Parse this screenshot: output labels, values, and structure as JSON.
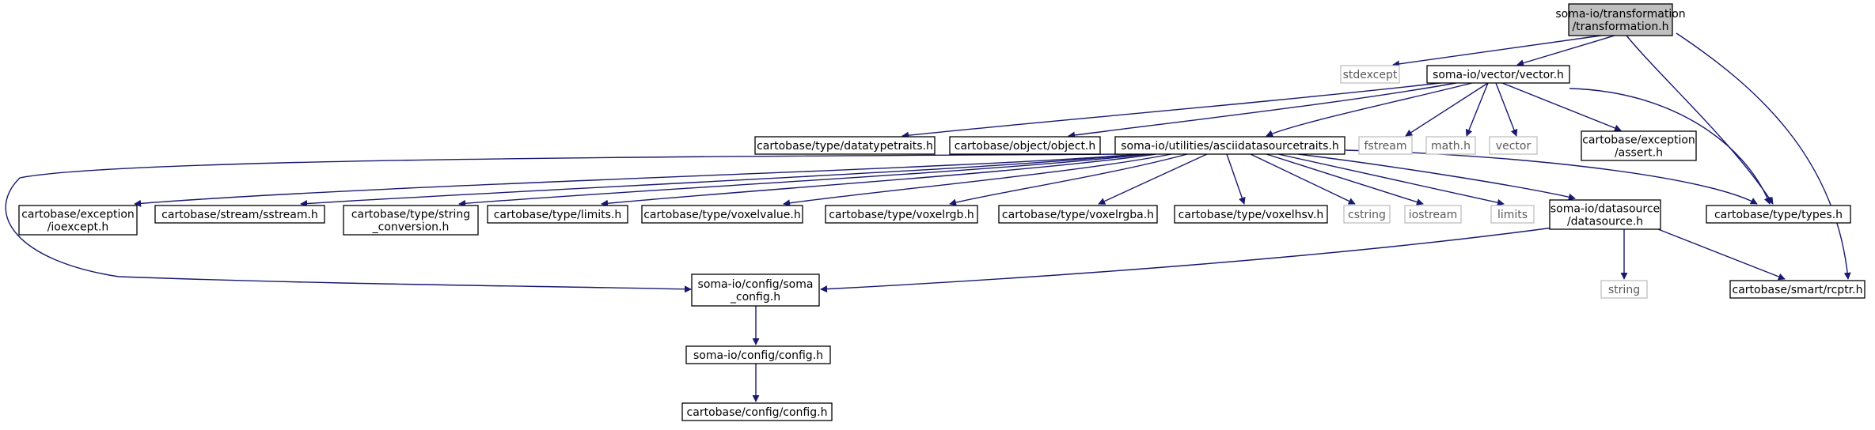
{
  "diagram": {
    "colors": {
      "edge": "#191970",
      "root_fill": "#bfbfbf",
      "node_border": "#000000",
      "system_border": "#bfbfbf",
      "system_text": "#5a5a5a"
    },
    "nodes": [
      {
        "id": "transformation",
        "lines": [
          "soma-io/transformation",
          "/transformation.h"
        ],
        "kind": "root"
      },
      {
        "id": "stdexcept",
        "lines": [
          "stdexcept"
        ],
        "kind": "system"
      },
      {
        "id": "vector_h",
        "lines": [
          "soma-io/vector/vector.h"
        ],
        "kind": "file"
      },
      {
        "id": "datatypetraits",
        "lines": [
          "cartobase/type/datatypetraits.h"
        ],
        "kind": "file"
      },
      {
        "id": "object",
        "lines": [
          "cartobase/object/object.h"
        ],
        "kind": "file"
      },
      {
        "id": "asciitraits",
        "lines": [
          "soma-io/utilities/asciidatasourcetraits.h"
        ],
        "kind": "file"
      },
      {
        "id": "fstream",
        "lines": [
          "fstream"
        ],
        "kind": "system"
      },
      {
        "id": "math",
        "lines": [
          "math.h"
        ],
        "kind": "system"
      },
      {
        "id": "vector",
        "lines": [
          "vector"
        ],
        "kind": "system"
      },
      {
        "id": "assert",
        "lines": [
          "cartobase/exception",
          "/assert.h"
        ],
        "kind": "file"
      },
      {
        "id": "ioexcept",
        "lines": [
          "cartobase/exception",
          "/ioexcept.h"
        ],
        "kind": "file"
      },
      {
        "id": "sstream",
        "lines": [
          "cartobase/stream/sstream.h"
        ],
        "kind": "file"
      },
      {
        "id": "string_conv",
        "lines": [
          "cartobase/type/string",
          "_conversion.h"
        ],
        "kind": "file"
      },
      {
        "id": "limits_h",
        "lines": [
          "cartobase/type/limits.h"
        ],
        "kind": "file"
      },
      {
        "id": "voxelvalue",
        "lines": [
          "cartobase/type/voxelvalue.h"
        ],
        "kind": "file"
      },
      {
        "id": "voxelrgb",
        "lines": [
          "cartobase/type/voxelrgb.h"
        ],
        "kind": "file"
      },
      {
        "id": "voxelrgba",
        "lines": [
          "cartobase/type/voxelrgba.h"
        ],
        "kind": "file"
      },
      {
        "id": "voxelhsv",
        "lines": [
          "cartobase/type/voxelhsv.h"
        ],
        "kind": "file"
      },
      {
        "id": "cstring",
        "lines": [
          "cstring"
        ],
        "kind": "system"
      },
      {
        "id": "iostream",
        "lines": [
          "iostream"
        ],
        "kind": "system"
      },
      {
        "id": "limits",
        "lines": [
          "limits"
        ],
        "kind": "system"
      },
      {
        "id": "datasource",
        "lines": [
          "soma-io/datasource",
          "/datasource.h"
        ],
        "kind": "file"
      },
      {
        "id": "types",
        "lines": [
          "cartobase/type/types.h"
        ],
        "kind": "file"
      },
      {
        "id": "soma_config",
        "lines": [
          "soma-io/config/soma",
          "_config.h"
        ],
        "kind": "file"
      },
      {
        "id": "string",
        "lines": [
          "string"
        ],
        "kind": "system"
      },
      {
        "id": "rcptr",
        "lines": [
          "cartobase/smart/rcptr.h"
        ],
        "kind": "file"
      },
      {
        "id": "config_h",
        "lines": [
          "soma-io/config/config.h"
        ],
        "kind": "file"
      },
      {
        "id": "cb_config",
        "lines": [
          "cartobase/config/config.h"
        ],
        "kind": "file"
      }
    ],
    "edges": [
      {
        "from": "transformation",
        "to": "stdexcept"
      },
      {
        "from": "transformation",
        "to": "vector_h"
      },
      {
        "from": "transformation",
        "to": "types"
      },
      {
        "from": "transformation",
        "to": "rcptr"
      },
      {
        "from": "vector_h",
        "to": "datatypetraits"
      },
      {
        "from": "vector_h",
        "to": "object"
      },
      {
        "from": "vector_h",
        "to": "asciitraits"
      },
      {
        "from": "vector_h",
        "to": "fstream"
      },
      {
        "from": "vector_h",
        "to": "math"
      },
      {
        "from": "vector_h",
        "to": "vector"
      },
      {
        "from": "vector_h",
        "to": "assert"
      },
      {
        "from": "vector_h",
        "to": "types"
      },
      {
        "from": "asciitraits",
        "to": "ioexcept"
      },
      {
        "from": "asciitraits",
        "to": "sstream"
      },
      {
        "from": "asciitraits",
        "to": "string_conv"
      },
      {
        "from": "asciitraits",
        "to": "limits_h"
      },
      {
        "from": "asciitraits",
        "to": "voxelvalue"
      },
      {
        "from": "asciitraits",
        "to": "voxelrgb"
      },
      {
        "from": "asciitraits",
        "to": "voxelrgba"
      },
      {
        "from": "asciitraits",
        "to": "voxelhsv"
      },
      {
        "from": "asciitraits",
        "to": "cstring"
      },
      {
        "from": "asciitraits",
        "to": "iostream"
      },
      {
        "from": "asciitraits",
        "to": "limits"
      },
      {
        "from": "asciitraits",
        "to": "datasource"
      },
      {
        "from": "asciitraits",
        "to": "types"
      },
      {
        "from": "asciitraits",
        "to": "soma_config"
      },
      {
        "from": "datasource",
        "to": "soma_config"
      },
      {
        "from": "datasource",
        "to": "string"
      },
      {
        "from": "datasource",
        "to": "rcptr"
      },
      {
        "from": "soma_config",
        "to": "config_h"
      },
      {
        "from": "config_h",
        "to": "cb_config"
      }
    ]
  }
}
